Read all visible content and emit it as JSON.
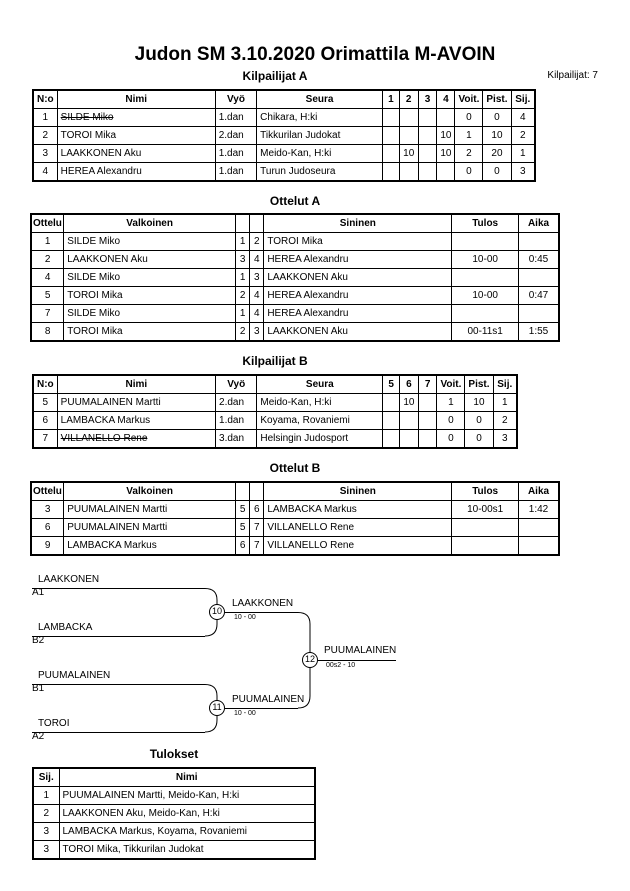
{
  "header": {
    "title": "Judon SM  3.10.2020  Orimattila   M-AVOIN",
    "count": "Kilpailijat: 7"
  },
  "pool_a": {
    "heading": "Kilpailijat A",
    "columns": [
      "N:o",
      "Nimi",
      "Vyö",
      "Seura",
      "1",
      "2",
      "3",
      "4",
      "Voit.",
      "Pist.",
      "Sij."
    ],
    "rows": [
      [
        "1",
        "SILDE Miko",
        "1.dan",
        "Chikara, H:ki",
        "",
        "",
        "",
        "",
        "0",
        "0",
        "4"
      ],
      [
        "2",
        "TOROI Mika",
        "2.dan",
        "Tikkurilan Judokat",
        "",
        "",
        "",
        "10",
        "1",
        "10",
        "2"
      ],
      [
        "3",
        "LAAKKONEN Aku",
        "1.dan",
        "Meido-Kan, H:ki",
        "",
        "10",
        "",
        "10",
        "2",
        "20",
        "1"
      ],
      [
        "4",
        "HEREA Alexandru",
        "1.dan",
        "Turun Judoseura",
        "",
        "",
        "",
        "",
        "0",
        "0",
        "3"
      ]
    ]
  },
  "matches_a": {
    "heading": "Ottelut A",
    "columns": [
      "Ottelu",
      "Valkoinen",
      "",
      "",
      "Sininen",
      "Tulos",
      "Aika"
    ],
    "rows": [
      [
        "1",
        "SILDE Miko",
        "1",
        "2",
        "TOROI Mika",
        "",
        ""
      ],
      [
        "2",
        "LAAKKONEN Aku",
        "3",
        "4",
        "HEREA Alexandru",
        "10-00",
        "0:45"
      ],
      [
        "4",
        "SILDE Miko",
        "1",
        "3",
        "LAAKKONEN Aku",
        "",
        ""
      ],
      [
        "5",
        "TOROI Mika",
        "2",
        "4",
        "HEREA Alexandru",
        "10-00",
        "0:47"
      ],
      [
        "7",
        "SILDE Miko",
        "1",
        "4",
        "HEREA Alexandru",
        "",
        ""
      ],
      [
        "8",
        "TOROI Mika",
        "2",
        "3",
        "LAAKKONEN Aku",
        "00-11s1",
        "1:55"
      ]
    ]
  },
  "pool_b": {
    "heading": "Kilpailijat B",
    "columns": [
      "N:o",
      "Nimi",
      "Vyö",
      "Seura",
      "5",
      "6",
      "7",
      "Voit.",
      "Pist.",
      "Sij."
    ],
    "rows": [
      [
        "5",
        "PUUMALAINEN Martti",
        "2.dan",
        "Meido-Kan, H:ki",
        "",
        "10",
        "",
        "1",
        "10",
        "1"
      ],
      [
        "6",
        "LAMBACKA Markus",
        "1.dan",
        "Koyama, Rovaniemi",
        "",
        "",
        "",
        "0",
        "0",
        "2"
      ],
      [
        "7",
        "VILLANELLO Rene",
        "3.dan",
        "Helsingin Judosport",
        "",
        "",
        "",
        "0",
        "0",
        "3"
      ]
    ]
  },
  "matches_b": {
    "heading": "Ottelut B",
    "columns": [
      "Ottelu",
      "Valkoinen",
      "",
      "",
      "Sininen",
      "Tulos",
      "Aika"
    ],
    "rows": [
      [
        "3",
        "PUUMALAINEN Martti",
        "5",
        "6",
        "LAMBACKA Markus",
        "10-00s1",
        "1:42"
      ],
      [
        "6",
        "PUUMALAINEN Martti",
        "5",
        "7",
        "VILLANELLO Rene",
        "",
        ""
      ],
      [
        "9",
        "LAMBACKA Markus",
        "6",
        "7",
        "VILLANELLO Rene",
        "",
        ""
      ]
    ]
  },
  "bracket": {
    "a1_name": "LAAKKONEN",
    "a1_seed": "A1",
    "b2_name": "LAMBACKA",
    "b2_seed": "B2",
    "b1_name": "PUUMALAINEN",
    "b1_seed": "B1",
    "a2_name": "TOROI",
    "a2_seed": "A2",
    "m10": "10",
    "m10_winner": "LAAKKONEN",
    "m10_score": "10 - 00",
    "m11": "11",
    "m11_winner": "PUUMALAINEN",
    "m11_score": "10 - 00",
    "m12": "12",
    "m12_winner": "PUUMALAINEN",
    "m12_score": "00s2 - 10"
  },
  "results": {
    "heading": "Tulokset",
    "columns": [
      "Sij.",
      "Nimi"
    ],
    "rows": [
      [
        "1",
        "PUUMALAINEN Martti, Meido-Kan, H:ki"
      ],
      [
        "2",
        "LAAKKONEN Aku, Meido-Kan, H:ki"
      ],
      [
        "3",
        "LAMBACKA Markus, Koyama, Rovaniemi"
      ],
      [
        "3",
        "TOROI Mika, Tikkurilan Judokat"
      ]
    ]
  }
}
